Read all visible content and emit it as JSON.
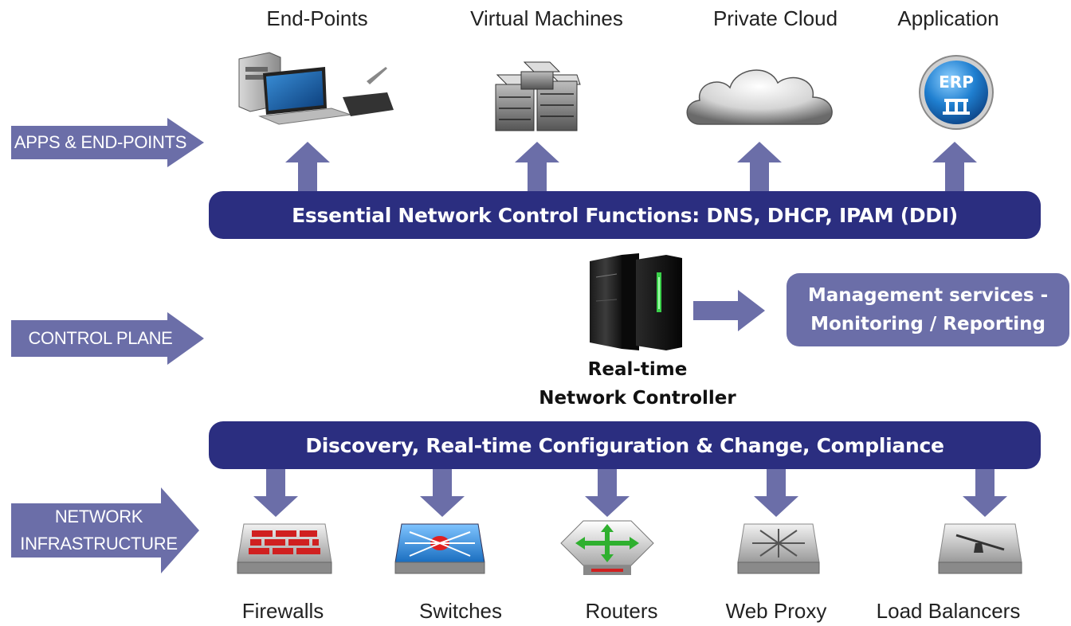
{
  "top_items": [
    {
      "label": "End-Points"
    },
    {
      "label": "Virtual Machines"
    },
    {
      "label": "Private Cloud"
    },
    {
      "label": "Application",
      "badge": "ERP"
    }
  ],
  "layers": [
    {
      "label": "APPS & END-POINTS"
    },
    {
      "label": "CONTROL PLANE"
    },
    {
      "label": "NETWORK INFRASTRUCTURE",
      "line1": "NETWORK",
      "line2": "INFRASTRUCTURE"
    }
  ],
  "bars": {
    "top": "Essential Network Control Functions: DNS, DHCP, IPAM (DDI)",
    "bottom": "Discovery, Real-time Configuration & Change, Compliance"
  },
  "controller": {
    "line1": "Real-time",
    "line2": "Network Controller"
  },
  "management": {
    "line1": "Management services -",
    "line2": "Monitoring / Reporting"
  },
  "bottom_items": [
    {
      "label": "Firewalls"
    },
    {
      "label": "Switches"
    },
    {
      "label": "Routers"
    },
    {
      "label": "Web Proxy"
    },
    {
      "label": "Load Balancers"
    }
  ],
  "colors": {
    "bar": "#2b2e80",
    "arrow": "#6b6ea8",
    "management": "#6b6ea8"
  }
}
